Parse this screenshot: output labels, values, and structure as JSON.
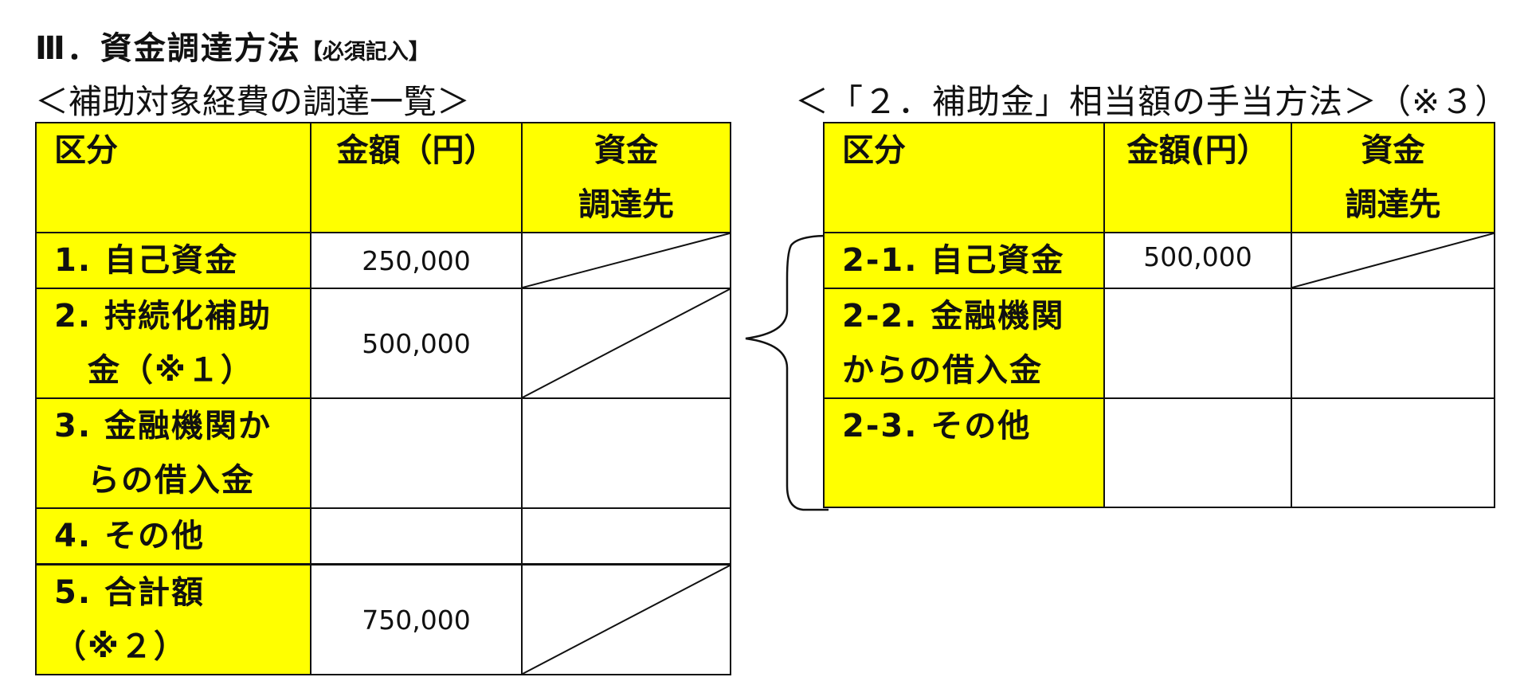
{
  "section": {
    "title": "Ⅲ．資金調達方法",
    "required_note": "【必須記入】"
  },
  "left_table": {
    "subtitle": "＜補助対象経費の調達一覧＞",
    "headers": {
      "category": "区分",
      "amount": "金額（円）",
      "source_line1": "資金",
      "source_line2": "調達先"
    },
    "rows": [
      {
        "category": "1. 自己資金",
        "amount": "250,000"
      },
      {
        "category": "2. 持続化補助\n　金（※１）",
        "amount": "500,000"
      },
      {
        "category": "3. 金融機関か\n　らの借入金",
        "amount": ""
      },
      {
        "category": "4. その他",
        "amount": ""
      },
      {
        "category": "5. 合計額\n（※２）",
        "amount": "750,000"
      }
    ]
  },
  "right_table": {
    "subtitle": "＜「２．補助金」相当額の手当方法＞（※３）",
    "headers": {
      "category": "区分",
      "amount": "金額(円）",
      "source_line1": "資金",
      "source_line2": "調達先"
    },
    "rows": [
      {
        "category": "2-1. 自己資金",
        "amount": "500,000"
      },
      {
        "category": "2-2. 金融機関\nからの借入金",
        "amount": ""
      },
      {
        "category": "2-3. その他",
        "amount": ""
      }
    ]
  },
  "colors": {
    "highlight": "#ffff00",
    "border": "#111111",
    "background": "#ffffff"
  }
}
